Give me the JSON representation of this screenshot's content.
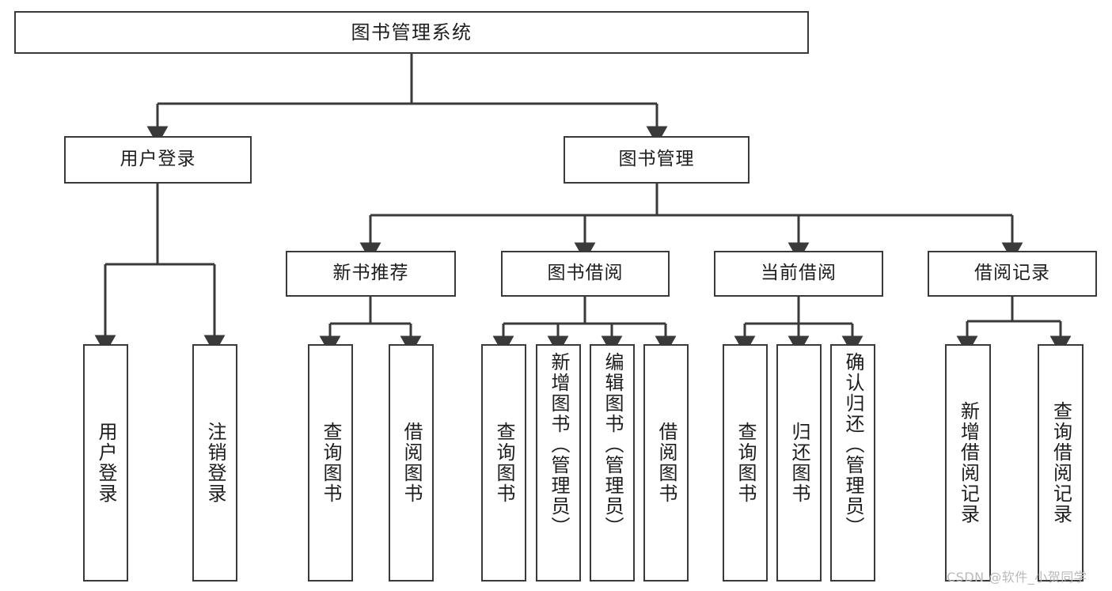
{
  "diagram": {
    "title": "图书管理系统",
    "type": "hierarchy-tree",
    "root": {
      "id": "root",
      "label": "图书管理系统"
    },
    "level2": [
      {
        "id": "user-login",
        "label": "用户登录"
      },
      {
        "id": "book-manage",
        "label": "图书管理"
      }
    ],
    "level3": [
      {
        "id": "new-book-recommend",
        "label": "新书推荐",
        "parent": "book-manage"
      },
      {
        "id": "book-borrow",
        "label": "图书借阅",
        "parent": "book-manage"
      },
      {
        "id": "current-borrow",
        "label": "当前借阅",
        "parent": "book-manage"
      },
      {
        "id": "borrow-record",
        "label": "借阅记录",
        "parent": "book-manage"
      }
    ],
    "leaves": {
      "user_login": [
        {
          "id": "leaf-user-login",
          "label": "用户登录"
        },
        {
          "id": "leaf-logout",
          "label": "注销登录"
        }
      ],
      "new_book_recommend": [
        {
          "id": "leaf-query-book-1",
          "label": "查询图书"
        },
        {
          "id": "leaf-borrow-book-1",
          "label": "借阅图书"
        }
      ],
      "book_borrow": [
        {
          "id": "leaf-query-book-2",
          "label": "查询图书"
        },
        {
          "id": "leaf-add-book",
          "label": "新增图书（管理员）"
        },
        {
          "id": "leaf-edit-book",
          "label": "编辑图书（管理员）"
        },
        {
          "id": "leaf-borrow-book-2",
          "label": "借阅图书"
        }
      ],
      "current_borrow": [
        {
          "id": "leaf-query-book-3",
          "label": "查询图书"
        },
        {
          "id": "leaf-return-book",
          "label": "归还图书"
        },
        {
          "id": "leaf-confirm-return",
          "label": "确认归还（管理员）"
        }
      ],
      "borrow_record": [
        {
          "id": "leaf-add-record",
          "label": "新增借阅记录"
        },
        {
          "id": "leaf-query-record",
          "label": "查询借阅记录"
        }
      ]
    }
  },
  "watermark": {
    "text": "CSDN @软件_小贺同学"
  },
  "colors": {
    "background": "#ffffff",
    "stroke": "#3a3a3a",
    "text": "#1d1d1d",
    "watermark": "#b9b9b9"
  }
}
